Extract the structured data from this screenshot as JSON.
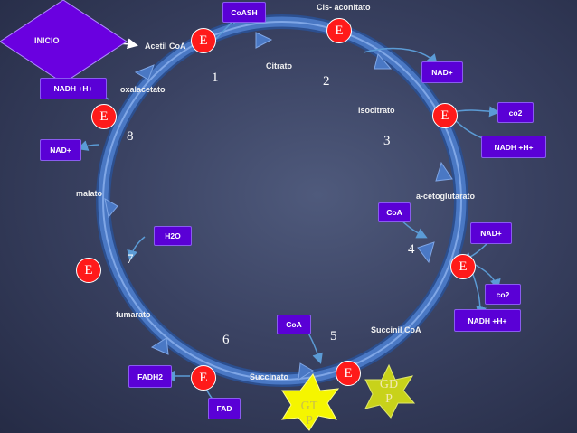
{
  "start": {
    "label": "INICIO"
  },
  "metabolites": {
    "citrato": "Citrato",
    "cis_aconitato": "Cis- aconitato",
    "isocitrato": "isocitrato",
    "cetoglutarato": "a-cetoglutarato",
    "succinil_coa": "Succinil CoA",
    "succinato": "Succinato",
    "fumarato": "fumarato",
    "malato": "malato",
    "oxalacetato": "oxalacetato",
    "acetil_coa": "Acetil CoA"
  },
  "boxes": {
    "coash": "CoASH",
    "nadh_left": "NADH +H+",
    "nad_left": "NAD+",
    "nad_2": "NAD+",
    "co2_1": "co2",
    "nadh_1": "NADH +H+",
    "coa_1": "CoA",
    "nad_4": "NAD+",
    "co2_2": "co2",
    "nadh_2": "NADH +H+",
    "coa_2": "CoA",
    "fadh2": "FADH2",
    "fad": "FAD",
    "h2o": "H2O"
  },
  "enzyme_label": "E",
  "steps": [
    "1",
    "2",
    "3",
    "4",
    "5",
    "6",
    "7",
    "8"
  ],
  "gtp": {
    "line1": "GT",
    "line2": "P"
  },
  "gdp": {
    "line1": "GD",
    "line2": "P"
  },
  "colors": {
    "cycle_arrow": "#4a78c4",
    "box_fill": "#5a00d6",
    "enzyme_fill": "#ff1a1a",
    "inicio_fill": "#6a00e0",
    "gtp_fill": "#f5f500",
    "gdp_fill": "#c8d21a"
  }
}
